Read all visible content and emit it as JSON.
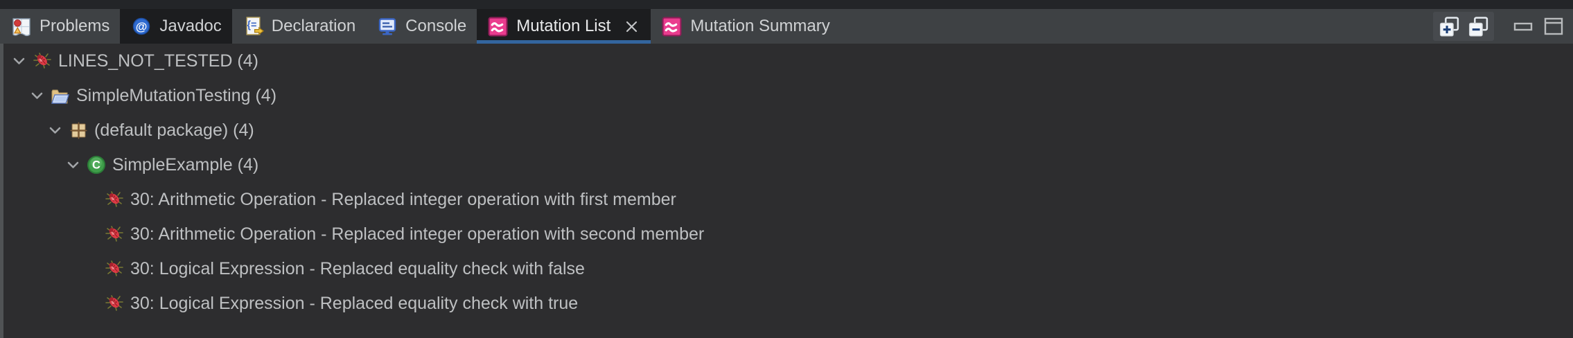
{
  "view": {
    "title": "Eclipse view tab stack (dark theme)"
  },
  "tabs": [
    {
      "label": "Problems",
      "icon": "problems-icon",
      "state": "normal"
    },
    {
      "label": "Javadoc",
      "icon": "javadoc-icon",
      "state": "selected-unfocused"
    },
    {
      "label": "Declaration",
      "icon": "declaration-icon",
      "state": "normal"
    },
    {
      "label": "Console",
      "icon": "console-icon",
      "state": "normal"
    },
    {
      "label": "Mutation List",
      "icon": "mutation-icon",
      "state": "active",
      "closable": true
    },
    {
      "label": "Mutation Summary",
      "icon": "mutation-icon",
      "state": "normal"
    }
  ],
  "toolbar": {
    "buttons": [
      {
        "name": "expand-all-icon",
        "action": "Expand All"
      },
      {
        "name": "collapse-all-icon",
        "action": "Collapse All"
      },
      {
        "name": "minimize-icon",
        "action": "Minimize"
      },
      {
        "name": "maximize-icon",
        "action": "Maximize"
      }
    ]
  },
  "tree": {
    "rows": [
      {
        "level": 0,
        "expanded": true,
        "icon": "bug-icon",
        "label": "LINES_NOT_TESTED (4)"
      },
      {
        "level": 1,
        "expanded": true,
        "icon": "folder-icon",
        "label": "SimpleMutationTesting (4)"
      },
      {
        "level": 2,
        "expanded": true,
        "icon": "package-icon",
        "label": "(default package) (4)"
      },
      {
        "level": 3,
        "expanded": true,
        "icon": "class-icon",
        "label": "SimpleExample (4)"
      },
      {
        "level": 4,
        "expanded": null,
        "icon": "bug-icon",
        "label": "30: Arithmetic Operation - Replaced integer operation with first member"
      },
      {
        "level": 4,
        "expanded": null,
        "icon": "bug-icon",
        "label": "30: Arithmetic Operation - Replaced integer operation with second member"
      },
      {
        "level": 4,
        "expanded": null,
        "icon": "bug-icon",
        "label": "30: Logical Expression - Replaced equality check with false"
      },
      {
        "level": 4,
        "expanded": null,
        "icon": "bug-icon",
        "label": "30: Logical Expression - Replaced equality check with true"
      }
    ]
  },
  "colors": {
    "tabbar_bg": "#3e4144",
    "active_tab_bg": "#1c1d1f",
    "active_tab_underline": "#33659e",
    "content_bg": "#2d2d2f",
    "tree_text": "#bec0c2",
    "mutation_icon_pink": "#ea3c8e",
    "bug_red": "#e03c46",
    "class_green": "#3f9e4a"
  }
}
